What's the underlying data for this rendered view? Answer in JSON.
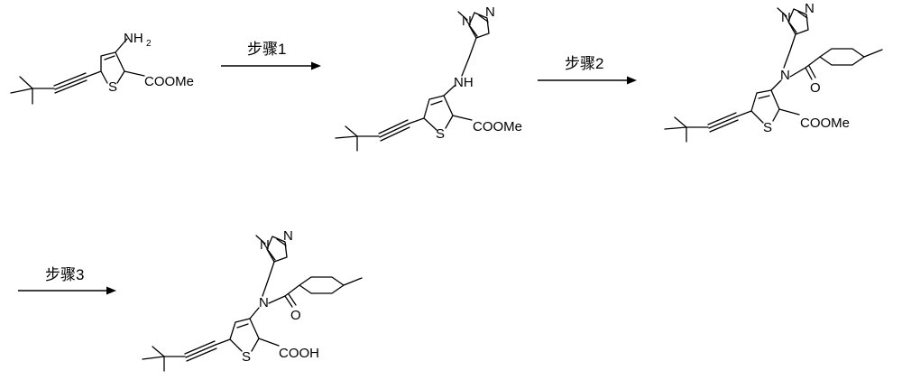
{
  "compounds": [
    {
      "atoms": {
        "amine": "NH",
        "amine_sub": "2",
        "sulfur": "S",
        "ester": "COOMe"
      }
    },
    {
      "atoms": {
        "im_n1": "N",
        "im_n3": "N",
        "amine": "NH",
        "sulfur": "S",
        "ester": "COOMe"
      }
    },
    {
      "atoms": {
        "im_n1": "N",
        "im_n3": "N",
        "amide_n": "N",
        "carbonyl_o": "O",
        "sulfur": "S",
        "ester": "COOMe"
      }
    },
    {
      "atoms": {
        "im_n1": "N",
        "im_n3": "N",
        "amide_n": "N",
        "carbonyl_o": "O",
        "sulfur": "S",
        "acid": "COOH"
      }
    }
  ],
  "steps": [
    {
      "label": "步骤1"
    },
    {
      "label": "步骤2"
    },
    {
      "label": "步骤3"
    }
  ]
}
